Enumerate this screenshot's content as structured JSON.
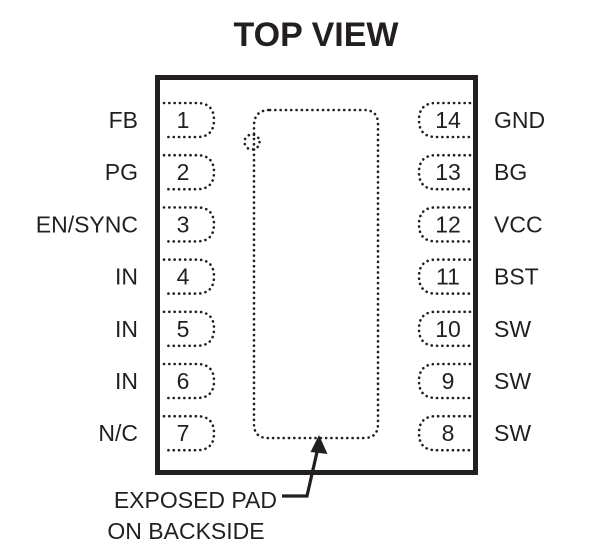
{
  "diagram": {
    "title": "TOP VIEW",
    "left_pins": [
      {
        "number": "1",
        "signal": "FB"
      },
      {
        "number": "2",
        "signal": "PG"
      },
      {
        "number": "3",
        "signal": "EN/SYNC"
      },
      {
        "number": "4",
        "signal": "IN"
      },
      {
        "number": "5",
        "signal": "IN"
      },
      {
        "number": "6",
        "signal": "IN"
      },
      {
        "number": "7",
        "signal": "N/C"
      }
    ],
    "right_pins": [
      {
        "number": "14",
        "signal": "GND"
      },
      {
        "number": "13",
        "signal": "BG"
      },
      {
        "number": "12",
        "signal": "VCC"
      },
      {
        "number": "11",
        "signal": "BST"
      },
      {
        "number": "10",
        "signal": "SW"
      },
      {
        "number": "9",
        "signal": "SW"
      },
      {
        "number": "8",
        "signal": "SW"
      }
    ],
    "exposed_pad_label": [
      "EXPOSED PAD",
      "ON BACKSIDE"
    ],
    "colors": {
      "ink": "#231f20",
      "background": "#ffffff"
    }
  }
}
